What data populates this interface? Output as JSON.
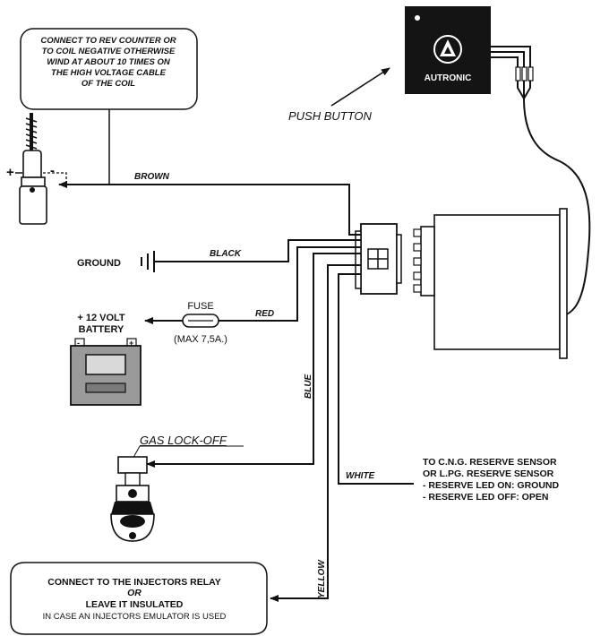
{
  "coil_note": {
    "lines": [
      "CONNECT TO REV COUNTER OR",
      "TO COIL NEGATIVE OTHERWISE",
      "WIND AT ABOUT 10 TIMES ON",
      "THE HIGH VOLTAGE CABLE",
      "OF THE COIL"
    ]
  },
  "coil": {
    "plus": "+",
    "minus": "-"
  },
  "button": {
    "brand": "AUTRONIC",
    "caption": "PUSH BUTTON"
  },
  "wires": {
    "brown": "BROWN",
    "black": "BLACK",
    "red": "RED",
    "blue": "BLUE",
    "white": "WHITE",
    "yellow": "YELLOW"
  },
  "ground": {
    "label": "GROUND"
  },
  "battery": {
    "line1": "+ 12 VOLT",
    "line2": "BATTERY",
    "minus": "-",
    "plus": "+"
  },
  "fuse": {
    "label": "FUSE",
    "rating": "(MAX 7,5A.)"
  },
  "lockoff": {
    "label": "GAS LOCK-OFF"
  },
  "reserve_note": {
    "lines": [
      "TO C.N.G. RESERVE SENSOR",
      "OR L.PG. RESERVE SENSOR",
      "- RESERVE LED ON: GROUND",
      "- RESERVE LED OFF: OPEN"
    ]
  },
  "injector_note": {
    "line1": "CONNECT TO THE INJECTORS RELAY",
    "line2": "OR",
    "line3": "LEAVE IT INSULATED",
    "line4": "IN CASE AN INJECTORS EMULATOR IS USED"
  },
  "colors": {
    "ink": "#111111",
    "button_body": "#141414",
    "battery_fill": "#9a9a9a",
    "battery_window": "#d9d9d9"
  }
}
